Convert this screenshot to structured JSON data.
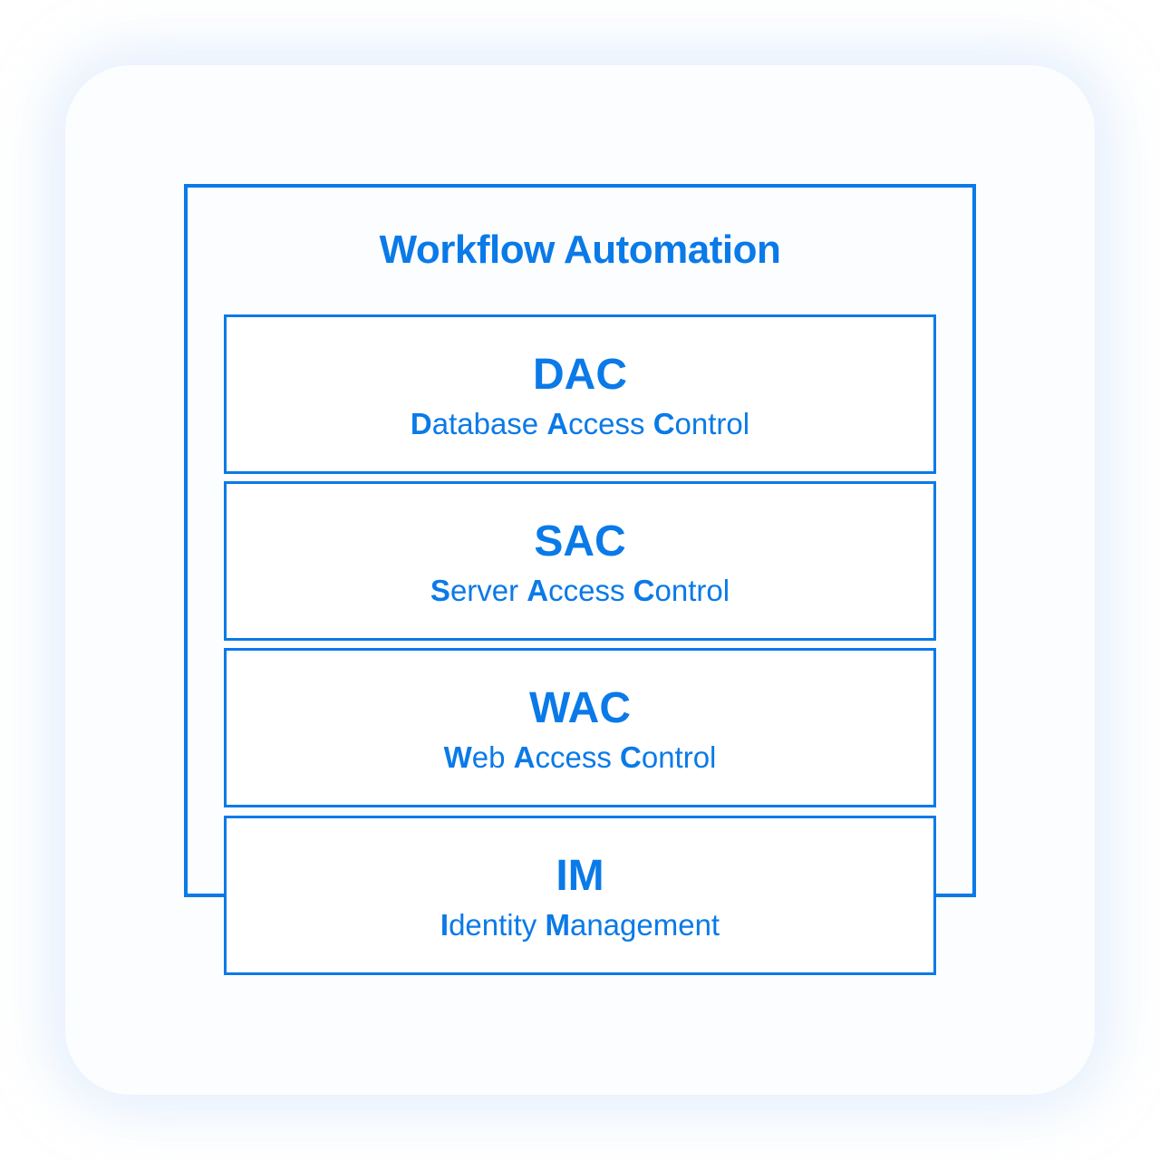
{
  "diagram": {
    "title": "Workflow Automation",
    "layers": [
      {
        "abbr": "DAC",
        "full_parts": [
          {
            "text": "D",
            "bold": true
          },
          {
            "text": "atabase ",
            "bold": false
          },
          {
            "text": "A",
            "bold": true
          },
          {
            "text": "ccess ",
            "bold": false
          },
          {
            "text": "C",
            "bold": true
          },
          {
            "text": "ontrol",
            "bold": false
          }
        ]
      },
      {
        "abbr": "SAC",
        "full_parts": [
          {
            "text": "S",
            "bold": true
          },
          {
            "text": "erver ",
            "bold": false
          },
          {
            "text": "A",
            "bold": true
          },
          {
            "text": "ccess ",
            "bold": false
          },
          {
            "text": "C",
            "bold": true
          },
          {
            "text": "ontrol",
            "bold": false
          }
        ]
      },
      {
        "abbr": "WAC",
        "full_parts": [
          {
            "text": "W",
            "bold": true
          },
          {
            "text": "eb ",
            "bold": false
          },
          {
            "text": "A",
            "bold": true
          },
          {
            "text": "ccess ",
            "bold": false
          },
          {
            "text": "C",
            "bold": true
          },
          {
            "text": "ontrol",
            "bold": false
          }
        ]
      },
      {
        "abbr": "IM",
        "full_parts": [
          {
            "text": "I",
            "bold": true
          },
          {
            "text": "dentity ",
            "bold": false
          },
          {
            "text": "M",
            "bold": true
          },
          {
            "text": "anagement",
            "bold": false
          }
        ]
      }
    ]
  },
  "colors": {
    "accent": "#0a7ae8",
    "card_background": "#fcfdff",
    "page_background": "#ffffff"
  }
}
